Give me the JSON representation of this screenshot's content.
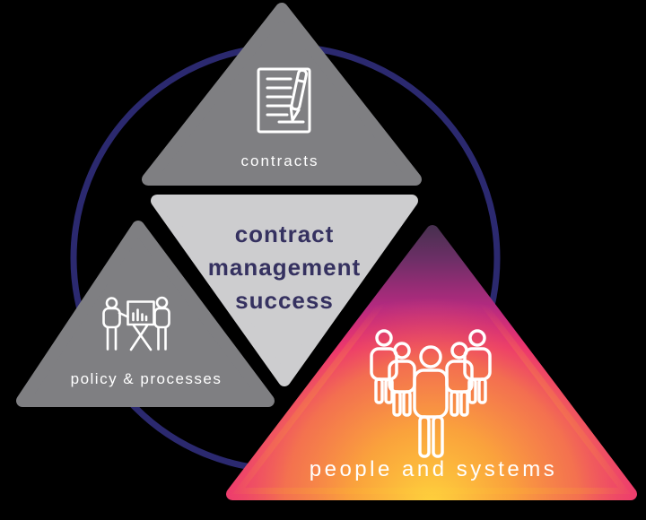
{
  "diagram": {
    "background": "#000000",
    "circle_color": "#2b296f",
    "label_color": "#ffffff",
    "center": {
      "lines": [
        "contract",
        "management",
        "success"
      ],
      "fill": "#cdcdcf",
      "text_color": "#353160"
    },
    "contracts": {
      "label": "contracts",
      "fill": "#7f7f82",
      "icon": "document-pen-icon"
    },
    "policy": {
      "label": "policy & processes",
      "fill": "#7f7f82",
      "icon": "presentation-easel-icon"
    },
    "people": {
      "label": "people and systems",
      "icon": "people-group-icon",
      "gradient": [
        "#45304e",
        "#b52a80",
        "#e91e78",
        "#f57e48",
        "#fed33c"
      ]
    }
  }
}
